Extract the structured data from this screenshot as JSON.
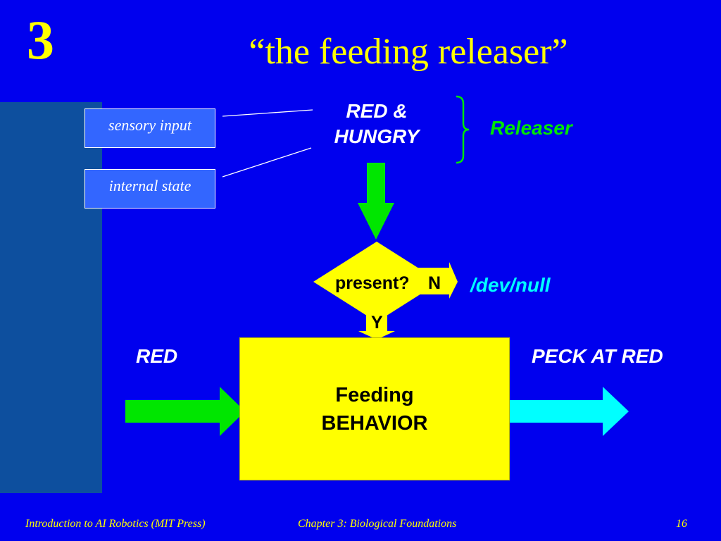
{
  "slide": {
    "chapter_number": "3",
    "title": "“the feeding releaser”"
  },
  "diagram": {
    "inputs": [
      "sensory input",
      "internal state"
    ],
    "condition": "RED &\nHUNGRY",
    "releaser_label": "Releaser",
    "decision": {
      "question": "present?",
      "no_label": "N",
      "yes_label": "Y",
      "no_target": "/dev/null"
    },
    "stimulus_label": "RED",
    "behavior": "Feeding\nBEHAVIOR",
    "output_label": "PECK AT RED"
  },
  "footer": {
    "left": "Introduction to AI Robotics (MIT Press)",
    "center": "Chapter 3: Biological Foundations",
    "page": "16"
  },
  "colors": {
    "background": "#0000ee",
    "side_panel": "#0d4f9e",
    "title_yellow": "#ffff00",
    "arrow_green": "#00e600",
    "arrow_cyan": "#00ffff",
    "input_box": "#3366ff"
  }
}
